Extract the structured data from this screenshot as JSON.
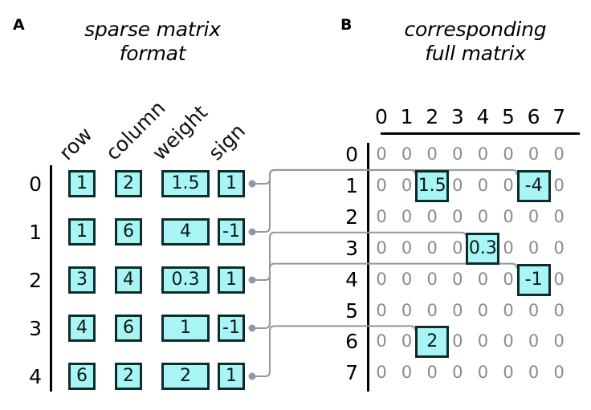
{
  "panels": {
    "a": {
      "letter": "A",
      "title": "sparse matrix format",
      "title_line1": "sparse matrix",
      "title_line2": "format",
      "column_headers": [
        "row",
        "column",
        "weight",
        "sign"
      ],
      "row_labels": [
        "0",
        "1",
        "2",
        "3",
        "4"
      ],
      "rows": [
        {
          "row": "1",
          "column": "2",
          "weight": "1.5",
          "sign": "1"
        },
        {
          "row": "1",
          "column": "6",
          "weight": "4",
          "sign": "-1"
        },
        {
          "row": "3",
          "column": "4",
          "weight": "0.3",
          "sign": "1"
        },
        {
          "row": "4",
          "column": "6",
          "weight": "1",
          "sign": "-1"
        },
        {
          "row": "6",
          "column": "2",
          "weight": "2",
          "sign": "1"
        }
      ]
    },
    "b": {
      "letter": "B",
      "title": "corresponding full matrix",
      "title_line1": "corresponding",
      "title_line2": "full matrix",
      "column_headers": [
        "0",
        "1",
        "2",
        "3",
        "4",
        "5",
        "6",
        "7"
      ],
      "row_labels": [
        "0",
        "1",
        "2",
        "3",
        "4",
        "5",
        "6",
        "7"
      ],
      "zero_label": "0",
      "highlighted_cells": [
        {
          "row": 1,
          "col": 2,
          "value": "1.5"
        },
        {
          "row": 1,
          "col": 6,
          "value": "-4"
        },
        {
          "row": 3,
          "col": 4,
          "value": "0.3"
        },
        {
          "row": 4,
          "col": 6,
          "value": "-1"
        },
        {
          "row": 6,
          "col": 2,
          "value": "2"
        }
      ]
    }
  },
  "matrix_data": {
    "type": "table",
    "rows": 8,
    "cols": 8,
    "values": [
      [
        0,
        0,
        0,
        0,
        0,
        0,
        0,
        0
      ],
      [
        0,
        0,
        1.5,
        0,
        0,
        0,
        -4,
        0
      ],
      [
        0,
        0,
        0,
        0,
        0,
        0,
        0,
        0
      ],
      [
        0,
        0,
        0,
        0,
        0.3,
        0,
        0,
        0
      ],
      [
        0,
        0,
        0,
        0,
        0,
        0,
        -1,
        0
      ],
      [
        0,
        0,
        0,
        0,
        0,
        0,
        0,
        0
      ],
      [
        0,
        0,
        2,
        0,
        0,
        0,
        0,
        0
      ],
      [
        0,
        0,
        0,
        0,
        0,
        0,
        0,
        0
      ]
    ]
  },
  "colors": {
    "cell_fill": "#a9f4f4",
    "cell_border": "#0d2c2c",
    "zero_text": "#8b8b8b",
    "connector": "#8f9a9a",
    "background": "#ffffff"
  },
  "connectors": [
    {
      "from_sparse_row": 0,
      "to_matrix_row": 1,
      "to_matrix_col": 2
    },
    {
      "from_sparse_row": 1,
      "to_matrix_row": 1,
      "to_matrix_col": 6
    },
    {
      "from_sparse_row": 2,
      "to_matrix_row": 3,
      "to_matrix_col": 4
    },
    {
      "from_sparse_row": 3,
      "to_matrix_row": 4,
      "to_matrix_col": 6
    },
    {
      "from_sparse_row": 4,
      "to_matrix_row": 6,
      "to_matrix_col": 2
    }
  ]
}
